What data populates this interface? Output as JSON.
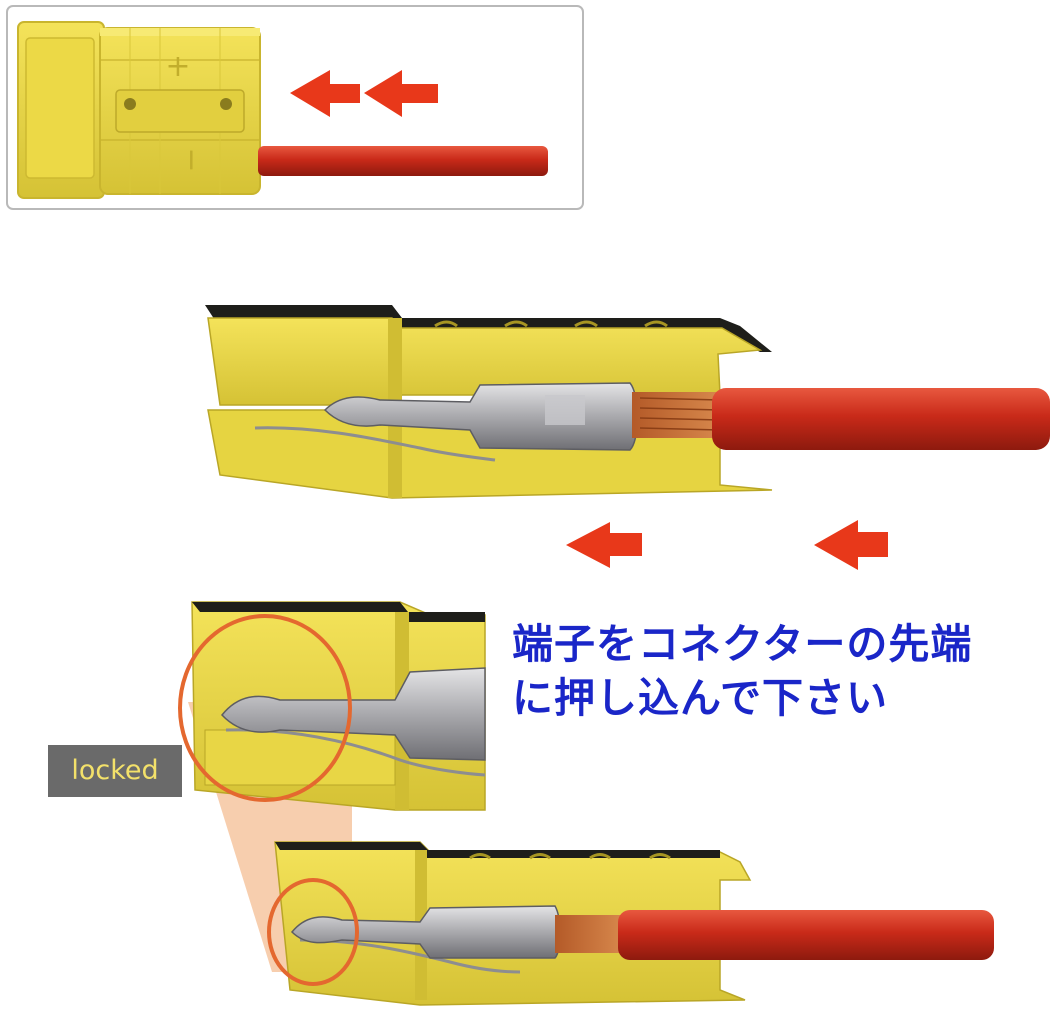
{
  "image": {
    "instruction_lines": [
      "端子をコネクターの先端",
      "に押し込んで下さい"
    ],
    "locked_label": "locked",
    "connector_marks": {
      "plus": "+",
      "minus": "−"
    },
    "icons": [
      "arrow-left-icon",
      "arrow-left-icon",
      "arrow-left-icon",
      "arrow-left-icon"
    ],
    "colors": {
      "text_blue": "#1a26c8",
      "arrow_red": "#e8381a",
      "connector_yellow": "#eddc4a",
      "cable_red": "#c92a19",
      "highlight_orange": "#e97a3a",
      "label_bg": "#6a6a6a",
      "label_text": "#f3e16a"
    }
  }
}
